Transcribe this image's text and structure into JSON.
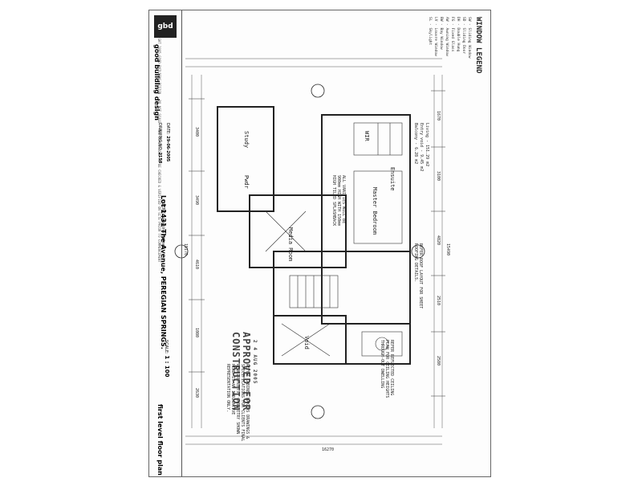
{
  "window_legend": {
    "title": "WINDOW LEGEND",
    "items": [
      "SW - Sliding Window",
      "SD - Sliding Door",
      "DH - Double Hung",
      "FG - Fixed Glass",
      "AW - Awning Window",
      "BW - Bay Window",
      "LV - Louvre Window",
      "SL - Skylight"
    ]
  },
  "notes": {
    "areas": [
      "Living - 151.29 m2",
      "Entry void - 9.45 m2",
      "Balcony - 6.28 m2"
    ],
    "roof": "REFER ROOF LAYOUT FOR SHEET ROOFING DETAILS.",
    "ceiling": "REFER REFLECTED CEILING PLAN FOR CEILING HEIGHTS THROUGH-OUT DWELLING",
    "vanities": "ALL VANITIES WILL BE 900mm HIGH WITH 150mm HIGH TILED SPLASHBACK",
    "cabinetry": "REFER CABINET MAKERS DRAWINGS & SPECIFICATIONS FOR CLIENTS FINAL REQUIREMENTS. CABINETRY SHOWN HERE IS AN INDICATIVE REPRESENTATION ONLY."
  },
  "rooms": {
    "master": "Master Bedroom",
    "wir": "WIR",
    "ensuite": "Ensuite",
    "study": "Study",
    "media": "Media Room",
    "void": "Void",
    "pwdr": "Pwdr"
  },
  "title_block": {
    "company": "good building design",
    "company_logo": "gbd",
    "project": "Lot 1431 The Avenue, PEREGIAN SPRINGS.",
    "client_label": "CLIENT",
    "client": "Sunshine Homes",
    "date_label": "DATE:",
    "date": "29-06-2005",
    "drawing_no_label": "DRAWING NO.",
    "drawing_no": "2158",
    "scale_label": "SCALE:",
    "scale": "1 : 100",
    "sheet_title": "first level floor plan"
  },
  "stamp": {
    "approved": "APPROVED FOR CONSTRUCTION",
    "date": "2 4 AUG 2005"
  },
  "dimensions": {
    "overall_top": "15490",
    "overall_bottom": "15170",
    "height_total": "16270",
    "top_row": [
      "1670",
      "3100",
      "4820",
      "2510",
      "2580"
    ],
    "bottom_row": [
      "3400",
      "3490",
      "4610",
      "1080",
      "2630"
    ]
  },
  "copyright": "COPYRIGHT 2005 GOOD BUILDING DESIGN · DO NOT SCALE · ALL DIMENSIONS TO BE CHECKED & VERIFIED ON SITE PRIOR TO COMMENCEMENT"
}
